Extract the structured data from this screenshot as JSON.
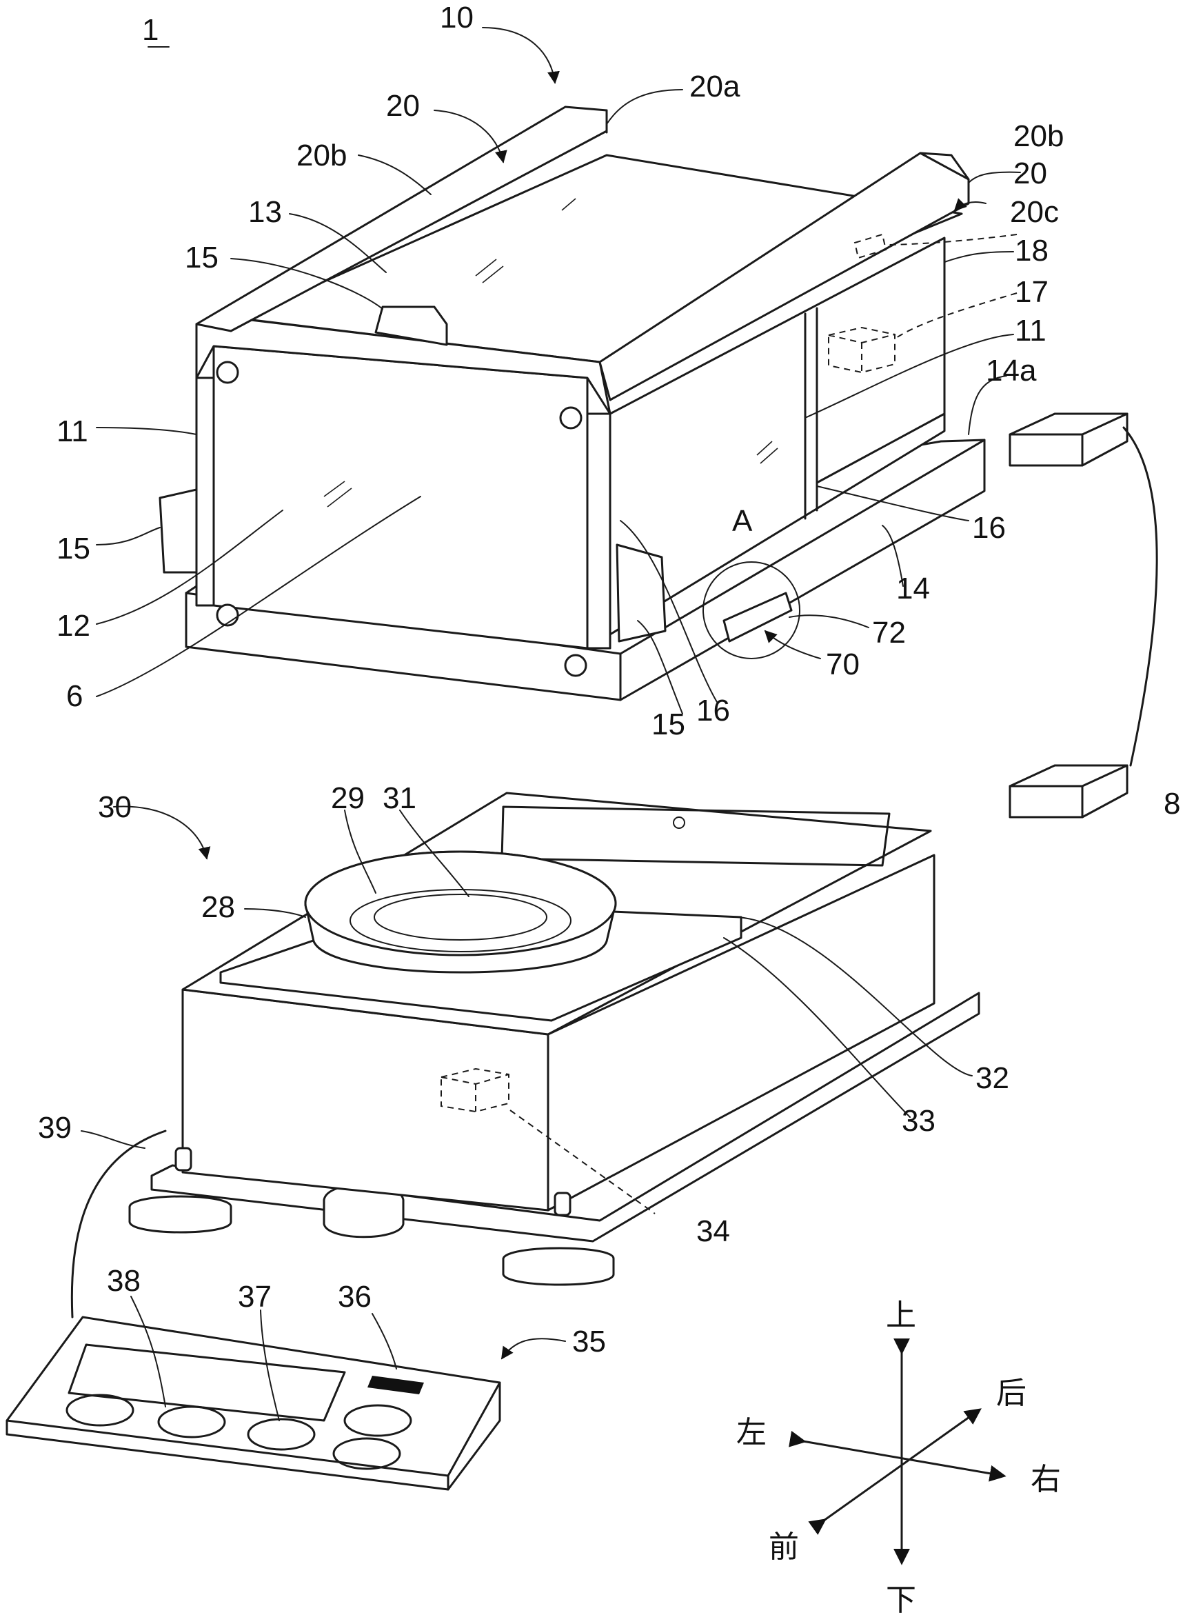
{
  "figure": {
    "number_label": "1",
    "labels": {
      "l10": "10",
      "l20_left": "20",
      "l20a": "20a",
      "l20b_left": "20b",
      "l20b_right": "20b",
      "l20_right": "20",
      "l20c": "20c",
      "l13": "13",
      "l15_top": "15",
      "l18": "18",
      "l17": "17",
      "l11_right": "11",
      "l14a": "14a",
      "l11_left": "11",
      "l15_left": "15",
      "l12": "12",
      "l6": "6",
      "lA": "A",
      "l16_right": "16",
      "l14": "14",
      "l72": "72",
      "l70": "70",
      "l16_bottom": "16",
      "l15_bottom": "15",
      "l8": "8",
      "l30": "30",
      "l29": "29",
      "l31": "31",
      "l28": "28",
      "l32": "32",
      "l33": "33",
      "l39": "39",
      "l34": "34",
      "l38": "38",
      "l37": "37",
      "l36": "36",
      "l35": "35"
    },
    "directions": {
      "up": "上",
      "down": "下",
      "left": "左",
      "right": "右",
      "front": "前",
      "back": "后"
    }
  }
}
